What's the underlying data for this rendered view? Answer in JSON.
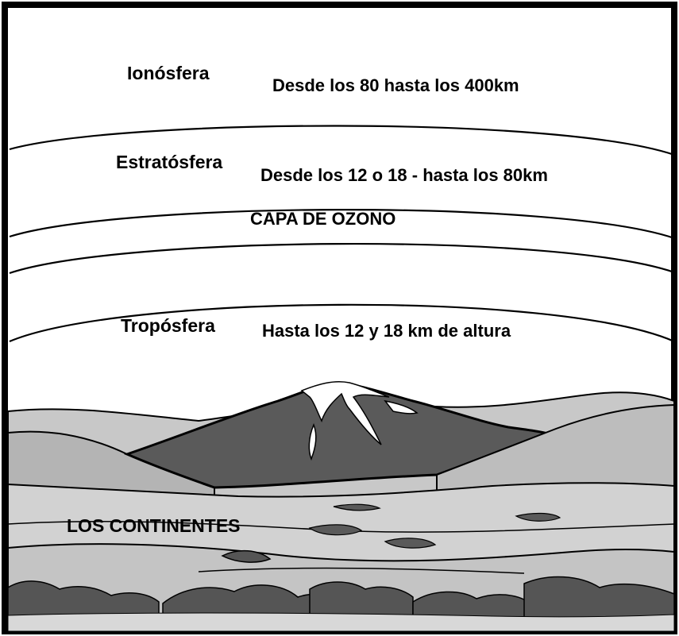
{
  "layers": [
    {
      "name": "Ionósfera",
      "range": "Desde los 80 hasta los 400km"
    },
    {
      "name": "Estratósfera",
      "range": "Desde los 12 o 18 - hasta los 80km"
    },
    {
      "name": "Tropósfera",
      "range": "Hasta los 12 y 18 km de altura"
    }
  ],
  "ozone_label": "CAPA DE OZONO",
  "continents_label": "LOS CONTINENTES",
  "colors": {
    "frame": "#000000",
    "sky": "#ffffff",
    "far_hills": "#c8c8c8",
    "mid_hills": "#b4b4b4",
    "mountain": "#5a5a5a",
    "snow": "#ffffff",
    "near_ground": "#cfcfcf",
    "trees": "#555555"
  }
}
